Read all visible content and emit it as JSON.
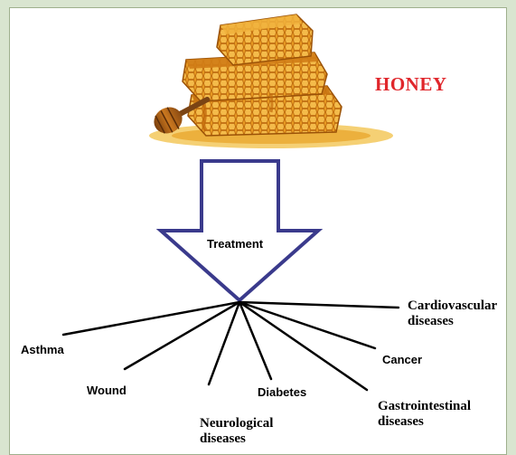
{
  "title": "HONEY",
  "image": {
    "icon": "honeycomb-image"
  },
  "arrow_label": "Treatment",
  "colors": {
    "title": "#e0262b",
    "arrow_stroke": "#3a3a8c",
    "lines": "#000000"
  },
  "conditions": {
    "asthma": "Asthma",
    "wound": "Wound",
    "neurological": "Neurological diseases",
    "diabetes": "Diabetes",
    "gastrointestinal": "Gastrointestinal diseases",
    "cancer": "Cancer",
    "cardiovascular": "Cardiovascular diseases"
  }
}
